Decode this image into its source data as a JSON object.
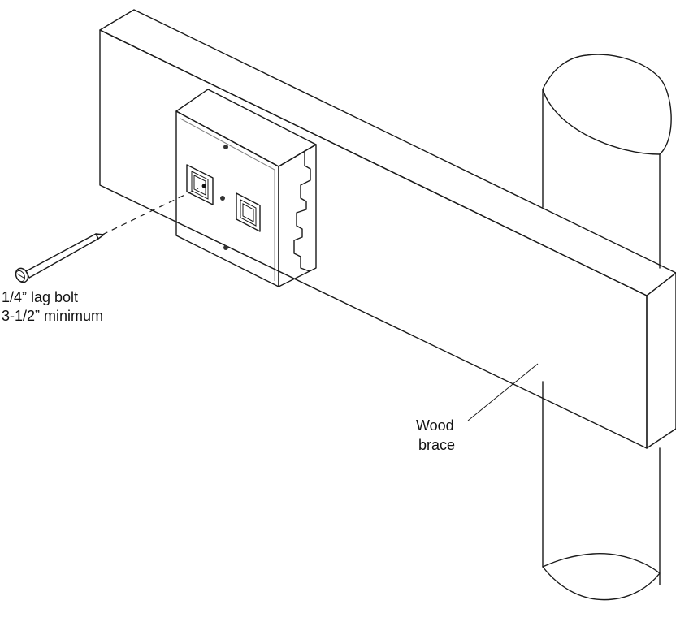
{
  "labels": {
    "bolt_line1": "1/4” lag bolt",
    "bolt_line2": "3-1/2” minimum",
    "brace_line1": "Wood",
    "brace_line2": "brace"
  },
  "colors": {
    "line": "#1a1a1a",
    "face_light": "#f2f2f2",
    "face_mid": "#e0e0e0",
    "face_dark": "#c9c9c9",
    "background": "#ffffff"
  }
}
